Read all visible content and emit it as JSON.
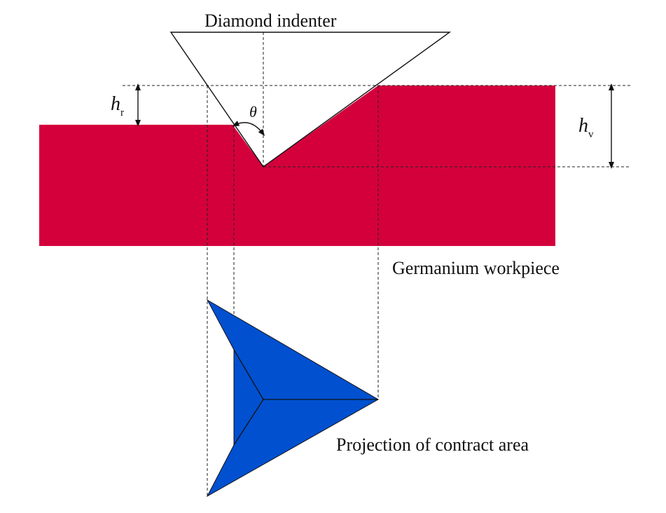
{
  "labels": {
    "indenter": "Diamond indenter",
    "workpiece": "Germanium workpiece",
    "projection": "Projection of contract area",
    "hr_symbol": "h",
    "hr_subscript": "r",
    "hv_symbol": "h",
    "hv_subscript": "v",
    "theta": "θ"
  },
  "colors": {
    "workpiece": "#d4003c",
    "projection": "#0050d0",
    "outline": "#111111",
    "background": "#ffffff"
  }
}
